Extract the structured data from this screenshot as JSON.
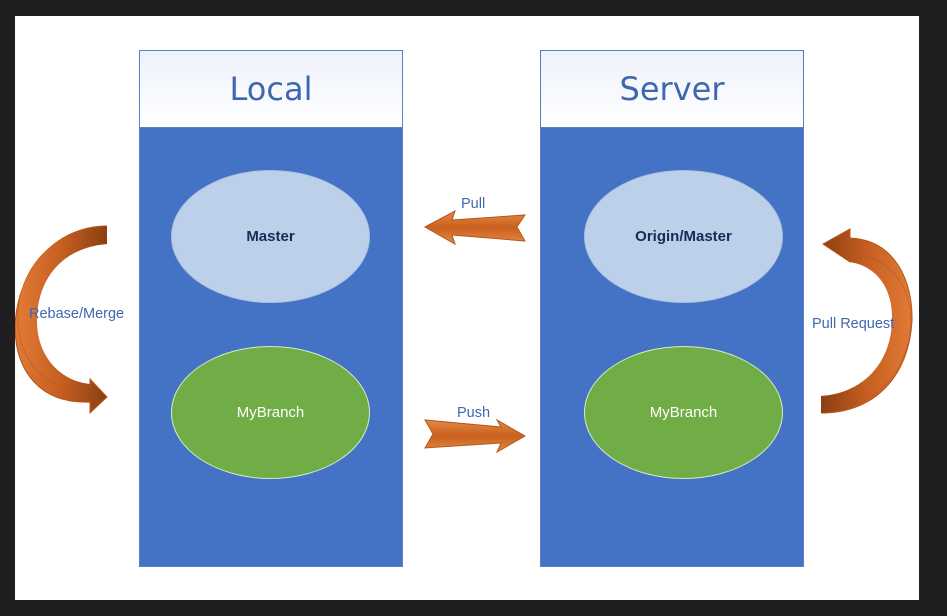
{
  "diagram": {
    "local": {
      "title": "Local",
      "master": "Master",
      "branch": "MyBranch"
    },
    "server": {
      "title": "Server",
      "master": "Origin/Master",
      "branch": "MyBranch"
    },
    "arrows": {
      "pull": "Pull",
      "push": "Push",
      "rebase_merge": "Rebase/Merge",
      "pull_request": "Pull Request"
    },
    "colors": {
      "column": "#4472c4",
      "master_node": "#bcd0ea",
      "branch_node": "#70ad47",
      "arrow": "#d8702c",
      "title_text": "#3f67b0"
    }
  }
}
